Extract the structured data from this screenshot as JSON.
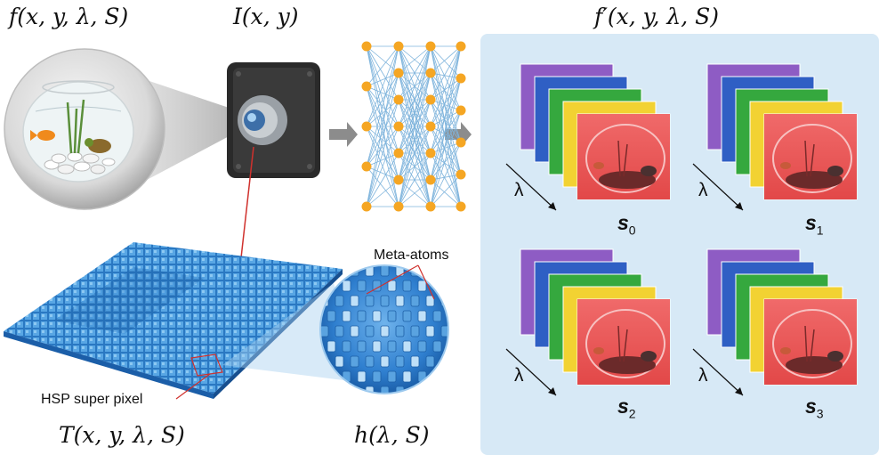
{
  "labels": {
    "f_input": "f(x, y, λ, S)",
    "camera_output": "I(x, y)",
    "f_output": "f′(x, y, λ, S)",
    "transmission": "T(x, y, λ, S)",
    "response": "h(λ, S)",
    "meta_atoms": "Meta-atoms",
    "hsp_super_pixel": "HSP super pixel"
  },
  "stacks": [
    {
      "lambda": "λ",
      "s_letter": "s",
      "s_index": "0"
    },
    {
      "lambda": "λ",
      "s_letter": "s",
      "s_index": "1"
    },
    {
      "lambda": "λ",
      "s_letter": "s",
      "s_index": "2"
    },
    {
      "lambda": "λ",
      "s_letter": "s",
      "s_index": "3"
    }
  ],
  "layer_colors": [
    "#8e5cc4",
    "#2f5fc4",
    "#35a83e",
    "#f2d232",
    "#ee5b5b"
  ],
  "panel_color": "#d7e9f6",
  "arrow_color": "#8c8c8c",
  "network": {
    "layer_sizes": [
      5,
      7,
      7,
      6
    ],
    "node_color": "#f5a623",
    "edge_color": "#7fb4dc"
  },
  "icons": [
    "fishbowl-icon",
    "camera-icon",
    "neural-network-icon",
    "metasurface-icon",
    "meta-atom-zoom-icon"
  ]
}
